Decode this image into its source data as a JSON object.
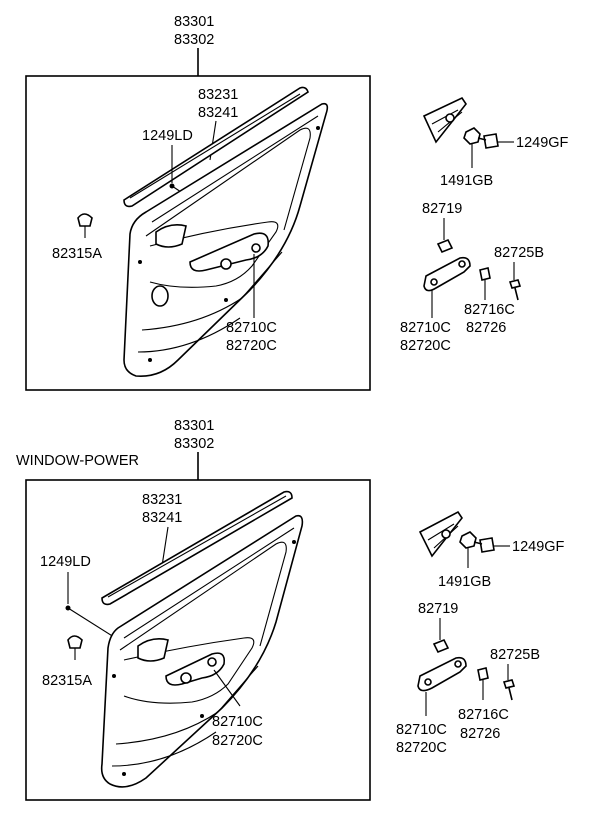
{
  "diagram": {
    "section_top": {
      "assembly": [
        "83301",
        "83302"
      ],
      "weatherstrip": [
        "83231",
        "83241"
      ],
      "screw_left": "1249LD",
      "clip": "82315A",
      "handle": [
        "82710C",
        "82720C"
      ]
    },
    "section_top_right": {
      "bolt": "1249GF",
      "nut": "1491GB",
      "cap": "82719",
      "screw": "82725B",
      "handle": [
        "82710C",
        "82720C"
      ],
      "cover": [
        "82716C",
        "82726"
      ]
    },
    "section_bottom_caption": "WINDOW-POWER",
    "section_bottom": {
      "assembly": [
        "83301",
        "83302"
      ],
      "weatherstrip": [
        "83231",
        "83241"
      ],
      "screw_left": "1249LD",
      "clip": "82315A",
      "handle": [
        "82710C",
        "82720C"
      ]
    },
    "section_bottom_right": {
      "bolt": "1249GF",
      "nut": "1491GB",
      "cap": "82719",
      "screw": "82725B",
      "handle": [
        "82710C",
        "82720C"
      ],
      "cover": [
        "82716C",
        "82726"
      ]
    }
  }
}
